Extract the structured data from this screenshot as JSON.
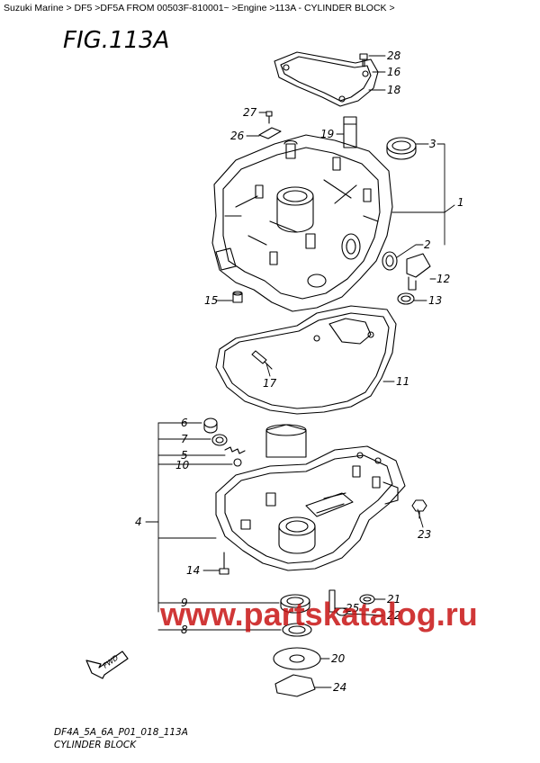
{
  "breadcrumb": "Suzuki Marine > DF5 >DF5A FROM 00503F-810001~ >Engine >113A - CYLINDER BLOCK >",
  "figure_title": "FIG.113A",
  "callouts": {
    "c28": "28",
    "c16": "16",
    "c18": "18",
    "c27": "27",
    "c26": "26",
    "c19": "19",
    "c3": "3",
    "c1": "1",
    "c2": "2",
    "c12": "12",
    "c15": "15",
    "c13": "13",
    "c17": "17",
    "c11": "11",
    "c6": "6",
    "c7": "7",
    "c5": "5",
    "c10": "10",
    "c4": "4",
    "c23": "23",
    "c14": "14",
    "c9": "9",
    "c21": "21",
    "c25": "25",
    "c22": "22",
    "c8": "8",
    "c20": "20",
    "c24": "24"
  },
  "fwd_label": "FWD",
  "watermark": "www.partskatalog.ru",
  "footer": {
    "code": "DF4A_5A_6A_P01_018_113A",
    "name": "CYLINDER BLOCK"
  }
}
